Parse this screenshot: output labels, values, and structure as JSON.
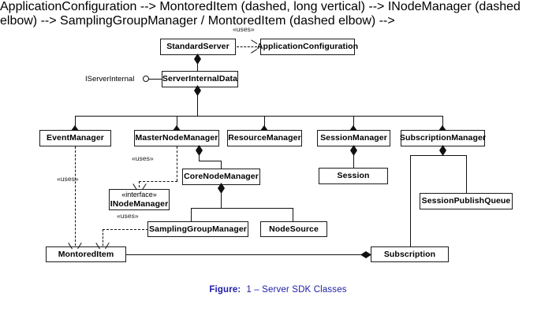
{
  "diagram": {
    "type": "uml-class-diagram",
    "title": "Server SDK Classes",
    "nodes": [
      {
        "id": "standard-server",
        "label": "StandardServer"
      },
      {
        "id": "application-configuration",
        "label": "ApplicationConfiguration"
      },
      {
        "id": "server-internal-data",
        "label": "ServerInternalData"
      },
      {
        "id": "event-manager",
        "label": "EventManager"
      },
      {
        "id": "master-node-manager",
        "label": "MasterNodeManager"
      },
      {
        "id": "resource-manager",
        "label": "ResourceManager"
      },
      {
        "id": "session-manager",
        "label": "SessionManager"
      },
      {
        "id": "subscription-manager",
        "label": "SubscriptionManager"
      },
      {
        "id": "core-node-manager",
        "label": "CoreNodeManager"
      },
      {
        "id": "session",
        "label": "Session"
      },
      {
        "id": "session-publish-queue",
        "label": "SessionPublishQueue"
      },
      {
        "id": "inode-manager",
        "label": "INodeManager",
        "stereotype": "«interface»"
      },
      {
        "id": "sampling-group-manager",
        "label": "SamplingGroupManager"
      },
      {
        "id": "node-source",
        "label": "NodeSource"
      },
      {
        "id": "montored-item",
        "label": "MontoredItem"
      },
      {
        "id": "subscription",
        "label": "Subscription"
      }
    ],
    "interfaces": [
      {
        "id": "iserver-internal",
        "label": "IServerInternal",
        "provided_by": "ServerInternalData"
      }
    ],
    "edge_labels": {
      "uses_app_config": "«uses»",
      "uses_event_manager": "«uses»",
      "uses_master_node_manager": "«uses»",
      "uses_inode_manager": "«uses»"
    },
    "relationships": [
      {
        "from": "StandardServer",
        "to": "ApplicationConfiguration",
        "kind": "dependency",
        "label": "«uses»"
      },
      {
        "from": "StandardServer",
        "to": "ServerInternalData",
        "kind": "composition"
      },
      {
        "from": "ServerInternalData",
        "to": "EventManager",
        "kind": "composition"
      },
      {
        "from": "ServerInternalData",
        "to": "MasterNodeManager",
        "kind": "composition"
      },
      {
        "from": "ServerInternalData",
        "to": "ResourceManager",
        "kind": "composition"
      },
      {
        "from": "ServerInternalData",
        "to": "SessionManager",
        "kind": "composition"
      },
      {
        "from": "ServerInternalData",
        "to": "SubscriptionManager",
        "kind": "composition"
      },
      {
        "from": "MasterNodeManager",
        "to": "CoreNodeManager",
        "kind": "composition"
      },
      {
        "from": "MasterNodeManager",
        "to": "INodeManager",
        "kind": "dependency",
        "label": "«uses»"
      },
      {
        "from": "EventManager",
        "to": "MontoredItem",
        "kind": "dependency",
        "label": "«uses»"
      },
      {
        "from": "INodeManager",
        "to": "MontoredItem",
        "kind": "dependency",
        "label": "«uses»"
      },
      {
        "from": "CoreNodeManager",
        "to": "SamplingGroupManager",
        "kind": "composition"
      },
      {
        "from": "CoreNodeManager",
        "to": "NodeSource",
        "kind": "composition"
      },
      {
        "from": "SessionManager",
        "to": "Session",
        "kind": "composition"
      },
      {
        "from": "SubscriptionManager",
        "to": "SessionPublishQueue",
        "kind": "composition"
      },
      {
        "from": "SubscriptionManager",
        "to": "Subscription",
        "kind": "composition"
      },
      {
        "from": "Subscription",
        "to": "MontoredItem",
        "kind": "composition"
      }
    ]
  },
  "caption": {
    "key": "Figure:",
    "text": "1 – Server SDK Classes",
    "color": "#1c1ca8"
  }
}
